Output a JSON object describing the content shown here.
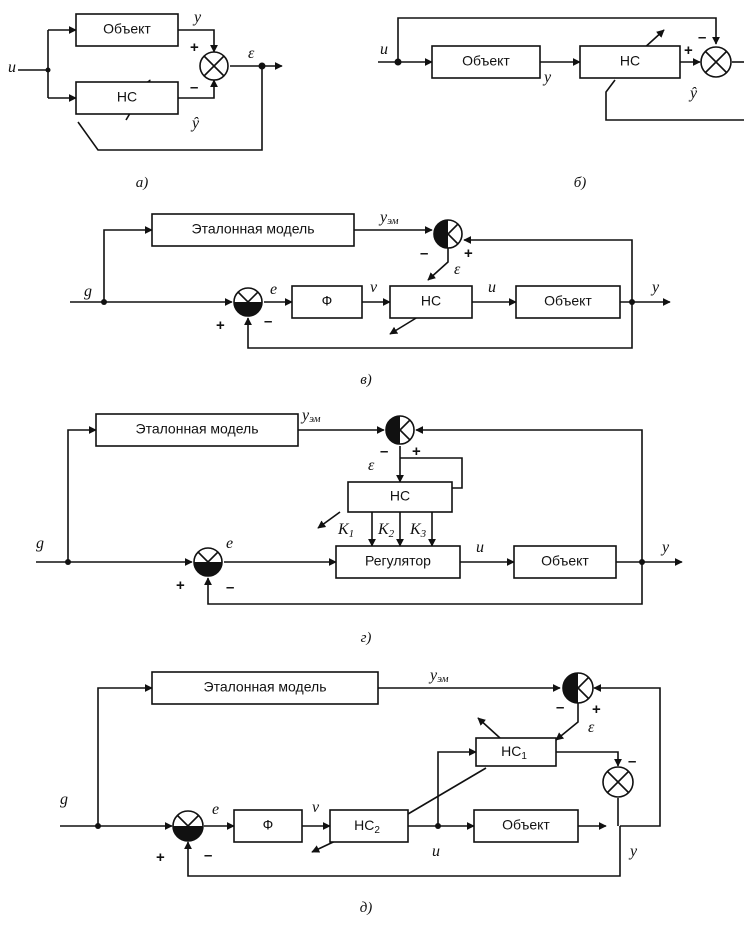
{
  "blocks": {
    "object": "Объект",
    "ns": "НС",
    "reference_model": "Эталонная модель",
    "phi": "Ф",
    "regulator": "Регулятор",
    "ns1": "НС",
    "ns1_sub": "1",
    "ns2": "НС",
    "ns2_sub": "2"
  },
  "signals": {
    "u": "u",
    "y": "y",
    "y_hat": "ŷ",
    "eps": "ε",
    "g": "g",
    "e": "e",
    "v": "v",
    "y_em_base": "у",
    "y_em_sub": "эм",
    "k_base": "K",
    "k1_sub": "1",
    "k2_sub": "2",
    "k3_sub": "3",
    "plus": "+",
    "minus": "–"
  },
  "captions": {
    "a": "а)",
    "b": "б)",
    "v": "в)",
    "g": "г)",
    "d": "д)"
  }
}
